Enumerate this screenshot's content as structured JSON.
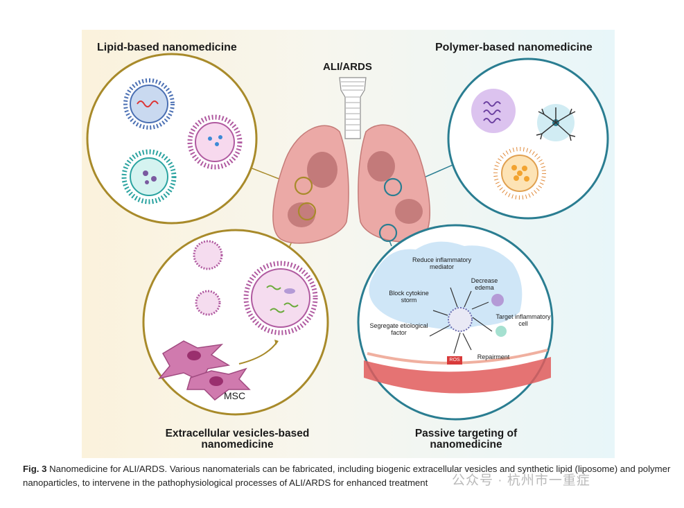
{
  "labels": {
    "lipid": "Lipid-based nanomedicine",
    "polymer": "Polymer-based nanomedicine",
    "center": "ALI/ARDS",
    "ev": "Extracellular vesicles-based nanomedicine",
    "passive": "Passive targeting of nanomedicine",
    "msc": "MSC"
  },
  "mechanisms": {
    "reduce": "Reduce inflammatory mediator",
    "edema": "Decrease edema",
    "cytokine": "Block cytokine storm",
    "target": "Target inflammatory cell",
    "segregate": "Segregate etiological factor",
    "repair": "Repairment",
    "ros": "ROS"
  },
  "caption": {
    "fig": "Fig. 3",
    "text": "Nanomedicine for ALI/ARDS. Various nanomaterials can be fabricated, including biogenic extracellular vesicles and synthetic lipid (liposome) and polymer nanoparticles, to intervene in the pathophysiological processes of ALI/ARDS for enhanced treatment"
  },
  "watermark": "公众号 · 杭州市一重症",
  "colors": {
    "lipid_ring": "#a88a2a",
    "polymer_ring": "#2a7d91",
    "lung": "#eba9a6"
  }
}
